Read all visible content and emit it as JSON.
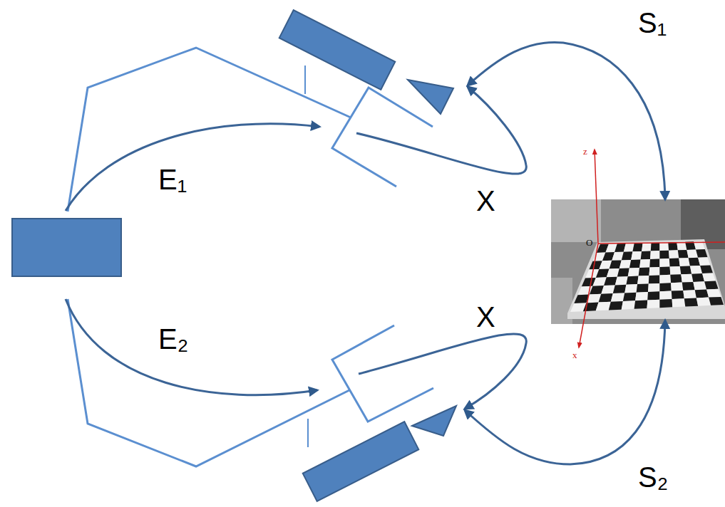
{
  "diagram": {
    "labels": [
      "S₁",
      "E₁",
      "X",
      "X",
      "E₂",
      "S₂",
      "z",
      "O",
      "x"
    ]
  }
}
